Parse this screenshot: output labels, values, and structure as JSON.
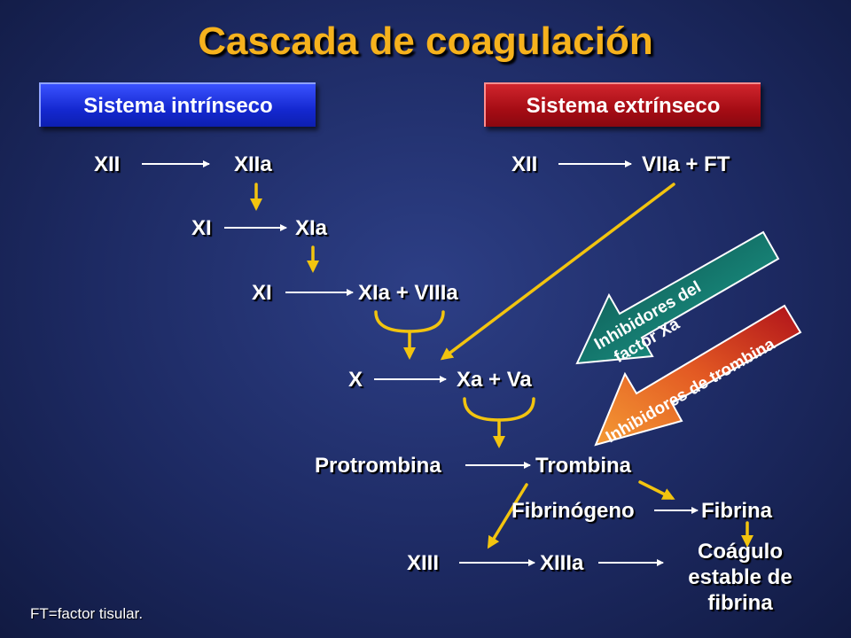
{
  "title": "Cascada de coagulación",
  "systems": {
    "intrinsic": "Sistema intrínseco",
    "extrinsic": "Sistema extrínseco"
  },
  "nodes": {
    "xii_intr": "XII",
    "xiia": "XIIa",
    "xi_1": "XI",
    "xia": "XIa",
    "xi_2": "XI",
    "xia_viiia": "XIa + VIIIa",
    "xii_extr": "XII",
    "viia_ft": "VIIa + FT",
    "x": "X",
    "xa_va": "Xa + Va",
    "protrombina": "Protrombina",
    "trombina": "Trombina",
    "fibrinogeno": "Fibrinógeno",
    "fibrina": "Fibrina",
    "xiii": "XIII",
    "xiiia": "XIIIa",
    "coagulo": [
      "Coágulo",
      "estable de",
      "fibrina"
    ]
  },
  "inhibitors": {
    "xa": [
      "Inhibidores del",
      "factor Xa"
    ],
    "thrombin": "Inhibidores de trombina"
  },
  "footnote": "FT=factor tisular.",
  "colors": {
    "title": "#f6b21d",
    "intrinsic_box": "#1428d0",
    "extrinsic_box": "#a50c14",
    "yellow_arrow": "#f2c40f",
    "xa_inhibitor": "#1a8a7a",
    "thrombin_inhibitor": "#e8702a"
  }
}
